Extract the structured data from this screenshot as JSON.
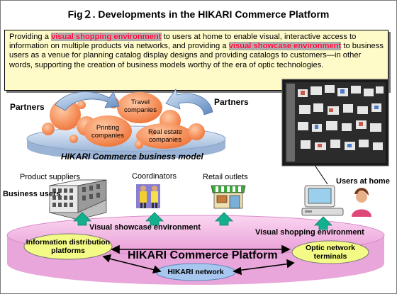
{
  "title": "Fig２.  Developments in the HIKARI Commerce Platform",
  "description": {
    "part1": "Providing a ",
    "hl1": "visual shopping environment",
    "part2": " to users at home to enable visual, interactive access to information on multiple products via networks, and providing a ",
    "hl2": "visual showcase environment",
    "part3": " to business users as a venue for planning catalog display designs and providing catalogs to customers—in other words, supporting the creation of business models worthy of the era of optic technologies."
  },
  "partners_left": "Partners",
  "partners_right": "Partners",
  "companies": {
    "travel": "Travel companies",
    "printing": "Printing companies",
    "real_estate": "Real estate companies"
  },
  "business_model": "HIKARI Commerce business model",
  "actors": {
    "product_suppliers": "Product suppliers",
    "coordinators": "Coordinators",
    "retail_outlets": "Retail outlets",
    "business_users": "Business users",
    "users_at_home": "Users at home"
  },
  "environments": {
    "showcase": "Visual showcase environment",
    "shopping": "Visual shopping environment"
  },
  "platform": {
    "title": "HIKARI Commerce Platform",
    "info_platforms": "Information distribution platforms",
    "optic_terminals": "Optic network terminals",
    "network": "HIKARI network"
  },
  "colors": {
    "highlight": "#ff0033",
    "desc_bg": "#fffbc8",
    "platform_pink": "#f6b8e6",
    "bubble_orange": "#f4884a",
    "arrow_green": "#13b08f",
    "oval_yellow": "#f3fb86",
    "oval_blue": "#a7c7ee"
  }
}
